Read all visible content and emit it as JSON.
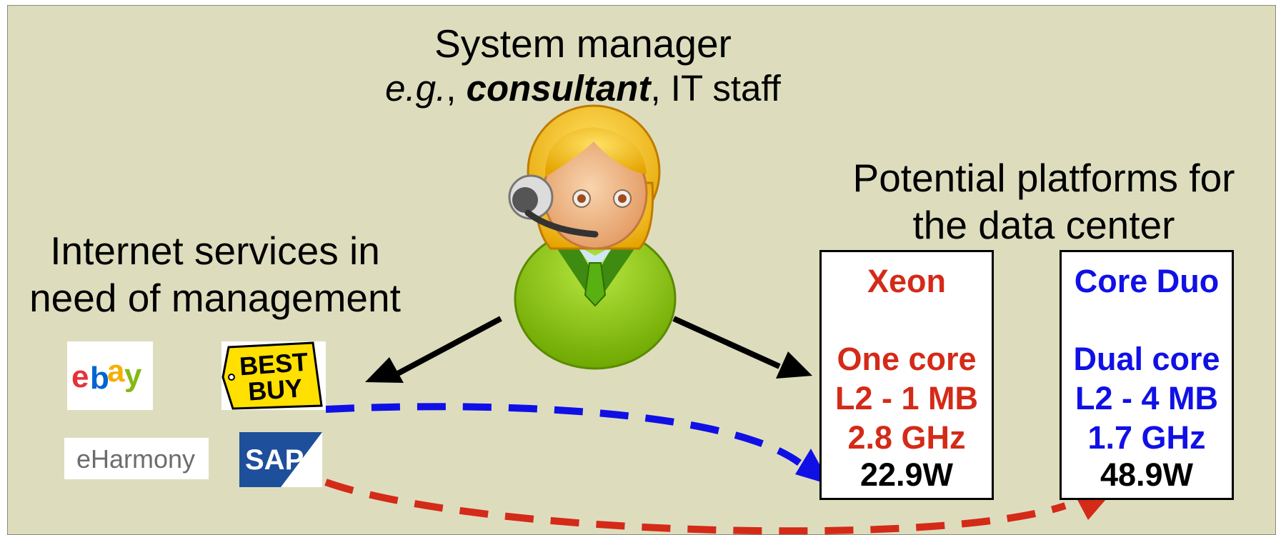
{
  "manager": {
    "title": "System manager",
    "sub_eg": "e.g.",
    "sub_sep1": ", ",
    "sub_consultant": "consultant",
    "sub_rest": ", IT staff"
  },
  "platforms_title": "Potential platforms for the data center",
  "services_title": "Internet services in need of management",
  "logos": {
    "ebay": "ebay",
    "bestbuy_line1": "BEST",
    "bestbuy_line2": "BUY",
    "eharmony": "eHarmony",
    "sap": "SAP"
  },
  "platforms": [
    {
      "name": "Xeon",
      "cores": "One core",
      "cache": "L2 - 1 MB",
      "clock": "2.8 GHz",
      "power": "22.9W",
      "color": "#d42a18"
    },
    {
      "name": "Core Duo",
      "cores": "Dual core",
      "cache": "L2 - 4 MB",
      "clock": "1.7 GHz",
      "power": "48.9W",
      "color": "#1010e6"
    }
  ],
  "colors": {
    "background": "#ddddbe",
    "xeon": "#d42a18",
    "core_duo": "#1010e6",
    "skin": "#f3b98a",
    "hair": "#f5c00e",
    "sweater": "#88c400"
  },
  "icons": [
    "consultant-avatar-icon",
    "headset-icon"
  ]
}
